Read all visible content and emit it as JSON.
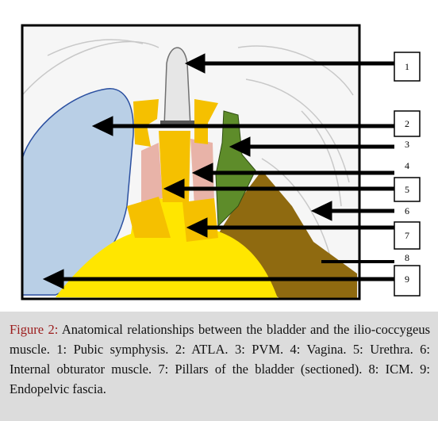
{
  "caption": {
    "figure_label": "Figure 2:",
    "text": " Anatomical relationships between the bladder and the ilio-coccygeus muscle. 1: Pubic symphysis. 2: ATLA. 3: PVM. 4: Vagina. 5: Urethra. 6: Internal obturator muscle. 7: Pillars of the bladder (sectioned). 8: ICM. 9: Endopelvic fascia."
  },
  "labels": [
    "1",
    "2",
    "3",
    "4",
    "5",
    "6",
    "7",
    "8",
    "9"
  ],
  "colors": {
    "bladder": "#b9cfe6",
    "yellow_structures": "#ffe600",
    "orange_structures": "#f5c000",
    "vagina_pink": "#e8b3a8",
    "pvm_green": "#5e8c2a",
    "icm_brown": "#8f6a10",
    "arrows": "#000000",
    "caption_label": "#9b1b1b"
  }
}
